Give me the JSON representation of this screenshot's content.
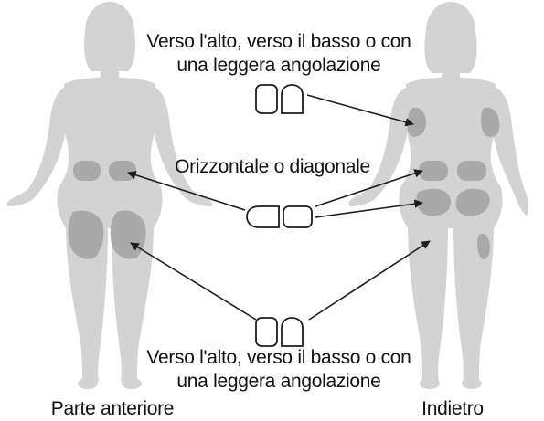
{
  "labels": {
    "top_line1": "Verso l'alto, verso il basso o con",
    "top_line2": "una leggera angolazione",
    "middle": "Orizzontale o diagonale",
    "bottom_line1": "Verso l'alto, verso il basso o con",
    "bottom_line2": "una leggera angolazione",
    "front": "Parte anteriore",
    "back": "Indietro"
  },
  "colors": {
    "body_silhouette": "#d3d3d4",
    "site_region": "#a9a9aa",
    "arrow": "#1d1d1d",
    "pod_outline": "#1d1d1d",
    "text": "#111111"
  },
  "pod_orientations": {
    "top": "vertical",
    "middle": "horizontal",
    "bottom": "vertical"
  }
}
